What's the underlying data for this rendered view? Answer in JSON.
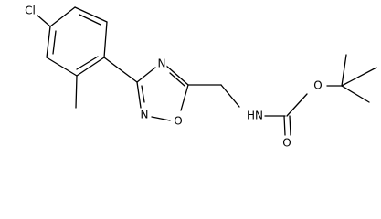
{
  "structure": {
    "colors": {
      "bond": "#000000",
      "background": "#ffffff"
    },
    "atoms": {
      "chlorine": "Cl",
      "ring_n_upper": "N",
      "ring_n_lower": "N",
      "ring_o": "O",
      "amide_n": "HN",
      "ester_o": "O",
      "carbonyl_o": "O"
    }
  }
}
